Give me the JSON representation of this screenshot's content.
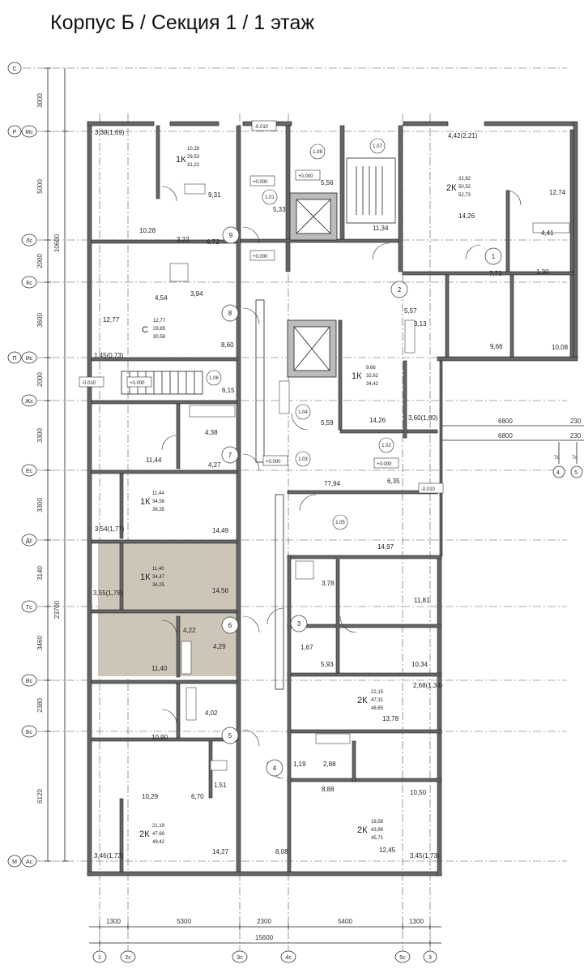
{
  "title": "Корпус Б / Секция 1 / 1 этаж",
  "colors": {
    "highlight": "#cdc6b8",
    "wall": "#666666",
    "line": "#222222"
  },
  "row_axes": [
    {
      "labels": [
        "С"
      ]
    },
    {
      "labels": [
        "Р",
        "Мс"
      ]
    },
    {
      "labels": [
        "Лс"
      ]
    },
    {
      "labels": [
        "Кс"
      ]
    },
    {
      "labels": [
        "П",
        "Ис"
      ]
    },
    {
      "labels": [
        "Жс"
      ]
    },
    {
      "labels": [
        "Ес"
      ]
    },
    {
      "labels": [
        "Дс"
      ]
    },
    {
      "labels": [
        "Гс"
      ]
    },
    {
      "labels": [
        "Вс"
      ]
    },
    {
      "labels": [
        "Бс"
      ]
    },
    {
      "labels": [
        "М",
        "Ас"
      ]
    }
  ],
  "row_dims": [
    "3000",
    "5000",
    "10600",
    "2000",
    "3600",
    "2000",
    "3300",
    "3300",
    "3140",
    "23700",
    "3460",
    "2380",
    "6120"
  ],
  "bottom_dims": [
    "1300",
    "5300",
    "2300",
    "5400",
    "1300"
  ],
  "bottom_total": "15600",
  "col_axes": [
    {
      "label": "1"
    },
    {
      "label": "2с"
    },
    {
      "label": "3с"
    },
    {
      "label": "4с"
    },
    {
      "label": "5с"
    },
    {
      "label": "3"
    }
  ],
  "right_dims": [
    "6800",
    "6800",
    "230",
    "230"
  ],
  "right_axes": [
    "7с",
    "7с",
    "4",
    "5"
  ],
  "apartments": [
    {
      "type": "1К",
      "living": "10,28",
      "total": "29,53",
      "total2": "31,22"
    },
    {
      "type": "2К",
      "living": "22,82",
      "total": "50,52",
      "total2": "52,73"
    },
    {
      "type": "С",
      "living": "12,77",
      "total": "29,85",
      "total2": "30,58"
    },
    {
      "type": "1К",
      "living": "9,66",
      "total": "32,62",
      "total2": "34,42"
    },
    {
      "type": "1К",
      "living": "11,44",
      "total": "34,58",
      "total2": "36,35"
    },
    {
      "type": "1К",
      "living": "11,40",
      "total": "34,47",
      "total2": "36,25"
    },
    {
      "type": "2К",
      "living": "22,15",
      "total": "47,31",
      "total2": "48,65"
    },
    {
      "type": "2К",
      "living": "21,19",
      "total": "47,69",
      "total2": "49,42"
    },
    {
      "type": "2К",
      "living": "18,58",
      "total": "43,98",
      "total2": "45,71"
    }
  ],
  "room_areas": [
    "3,38(1,69)",
    "9,31",
    "5,56",
    "4,42(2,21)",
    "12,74",
    "10,28",
    "3,22",
    "6,72",
    "5,33",
    "11,34",
    "14,26",
    "4,41",
    "7,73",
    "1,30",
    "3,94",
    "4,54",
    "12,77",
    "8,60",
    "5,57",
    "3,13",
    "9,66",
    "10,08",
    "1,45(0,73)",
    "6,15",
    "5,59",
    "14,26",
    "3,60(1,80)",
    "4,38",
    "11,44",
    "4,27",
    "77,94",
    "6,35",
    "3,54(1,77)",
    "14,49",
    "14,97",
    "3,55(1,78)",
    "14,56",
    "3,78",
    "11,81",
    "4,22",
    "4,29",
    "11,40",
    "1,67",
    "5,93",
    "10,34",
    "2,68(1,34)",
    "4,02",
    "13,78",
    "10,90",
    "1,19",
    "2,88",
    "10,29",
    "6,70",
    "1,51",
    "8,88",
    "10,50",
    "14,27",
    "8,08",
    "12,45",
    "3,46(1,73)",
    "3,45(1,73)"
  ],
  "levels": [
    "-0.010",
    "+0.000",
    "+0.000",
    "+0.000",
    "-0.010",
    "+0.000",
    "+0.000",
    "+0.000",
    "-0.010"
  ],
  "room_tags": [
    "1.08",
    "1.07",
    "1.01",
    "1.06",
    "1.04",
    "1.03",
    "1.02",
    "1.05"
  ],
  "stair_numbers": [
    "9",
    "1",
    "2",
    "8",
    "7",
    "6",
    "3",
    "5",
    "4"
  ]
}
